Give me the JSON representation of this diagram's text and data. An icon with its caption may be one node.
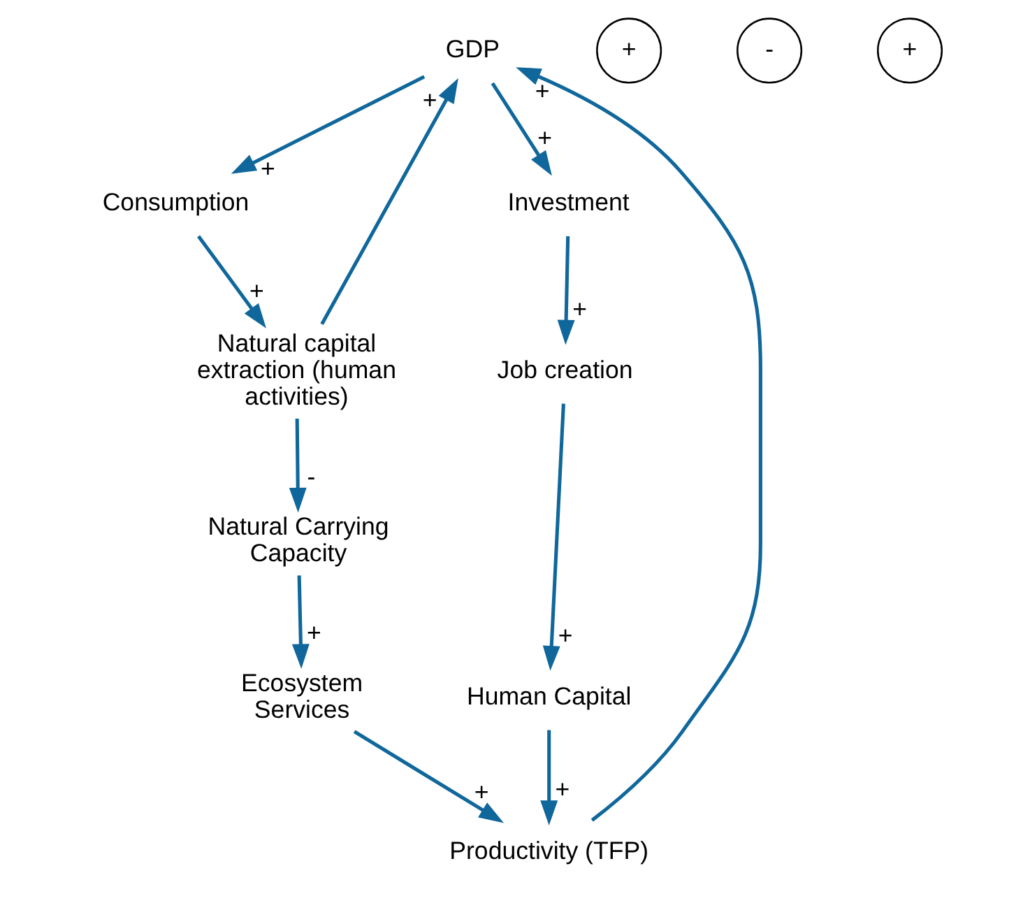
{
  "diagram": {
    "nodes": [
      {
        "text": [
          "GDP"
        ]
      },
      {
        "text": [
          "Productivity (TFP)"
        ]
      },
      {
        "text": [
          "Consumption"
        ]
      },
      {
        "text": [
          "Ecosystem Services"
        ]
      },
      {
        "text": [
          "Natural capital extraction (human activities)"
        ]
      },
      {
        "text": [
          "Natural Carrying Capacity"
        ]
      },
      {
        "text": [
          "Human Capital"
        ]
      },
      {
        "text": [
          "Investment"
        ]
      },
      {
        "text": [
          "Job creation"
        ]
      }
    ],
    "edges": [
      {
        "from": 1,
        "to": 0,
        "arrow": "to",
        "label": "+"
      },
      {
        "from": 4,
        "to": 0,
        "arrow": "to",
        "label": "+"
      },
      {
        "from": 0,
        "to": 2,
        "arrow": "to",
        "label": "+"
      },
      {
        "from": 0,
        "to": 7,
        "arrow": "to",
        "label": "+"
      },
      {
        "from": 2,
        "to": 4,
        "arrow": "to",
        "label": "+"
      },
      {
        "from": 4,
        "to": 5,
        "arrow": "to",
        "label": "-"
      },
      {
        "from": 5,
        "to": 3,
        "arrow": "to",
        "label": "+"
      },
      {
        "from": 3,
        "to": 1,
        "arrow": "to",
        "label": "+"
      },
      {
        "from": 6,
        "to": 1,
        "arrow": "to",
        "label": "+"
      },
      {
        "from": 7,
        "to": 8,
        "arrow": "to",
        "label": "+"
      },
      {
        "from": 8,
        "to": 6,
        "arrow": "to",
        "label": "+"
      }
    ],
    "labels": [
      "+",
      "-",
      "+"
    ]
  }
}
